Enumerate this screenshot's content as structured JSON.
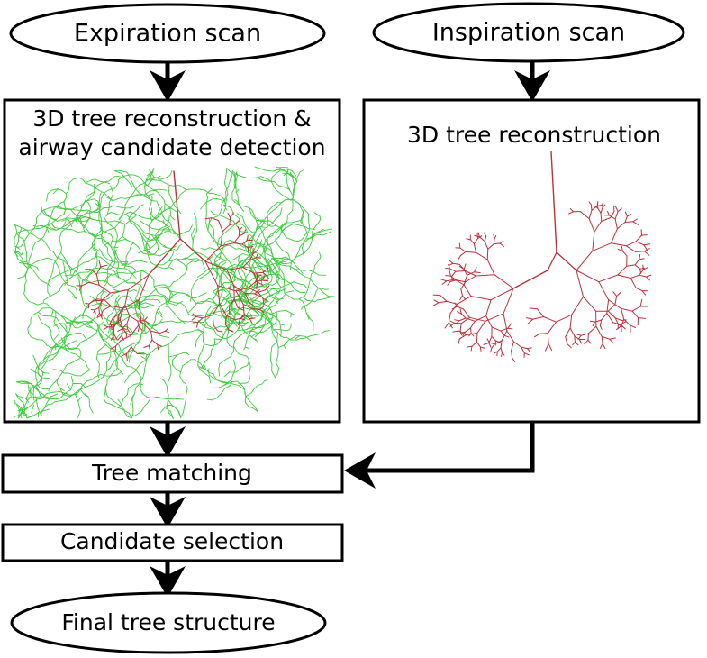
{
  "nodes": {
    "expiration": "Expiration scan",
    "inspiration": "Inspiration scan",
    "exp_box_line1": "3D tree reconstruction &",
    "exp_box_line2": "airway candidate detection",
    "insp_box": "3D tree reconstruction",
    "matching": "Tree matching",
    "selection": "Candidate selection",
    "final": "Final tree structure"
  },
  "colors": {
    "airway": "#c0303a",
    "candidate": "#3fcc3f",
    "stroke": "#000000"
  }
}
